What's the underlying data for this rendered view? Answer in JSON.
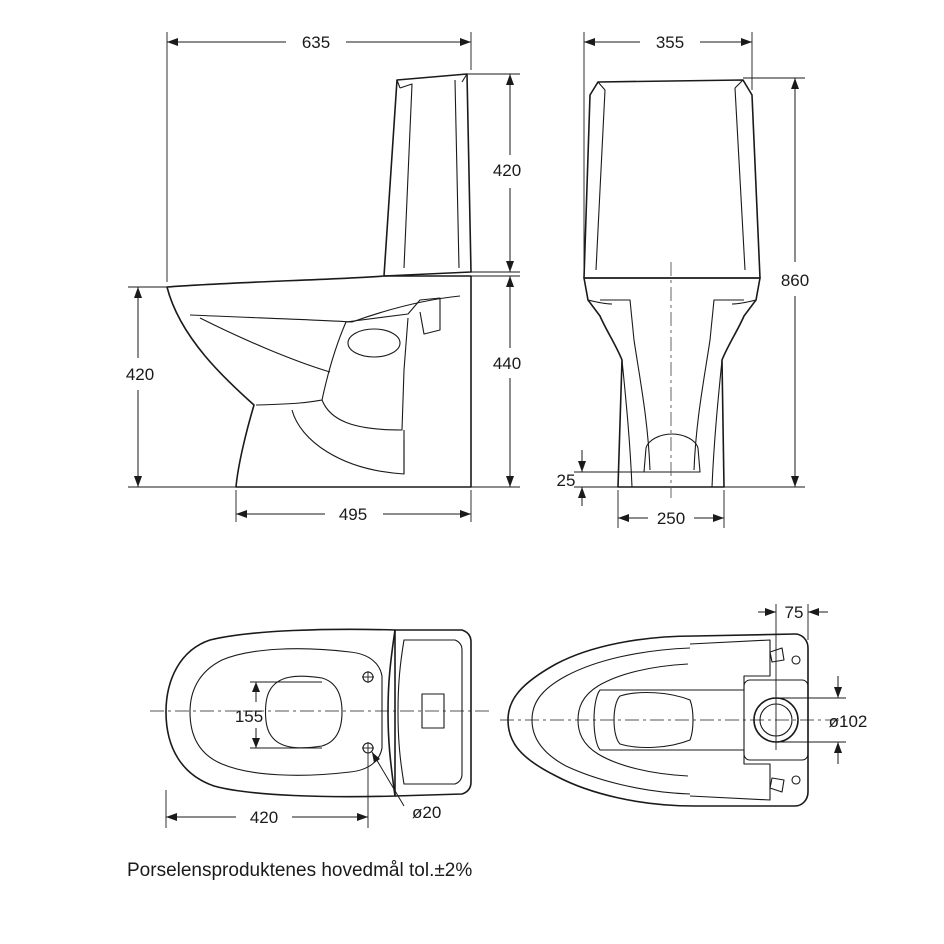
{
  "dimensions": {
    "side_total_depth": "635",
    "side_tank_height": "420",
    "side_seat_height": "420",
    "side_bowl_height": "440",
    "side_base_depth": "495",
    "front_width": "355",
    "front_total_height": "860",
    "front_base_offset": "25",
    "front_base_width": "250",
    "top_seat_inner_width": "155",
    "top_bowl_to_holes": "420",
    "top_hole_diameter": "ø20",
    "bottom_outlet_offset": "75",
    "bottom_outlet_diameter": "ø102"
  },
  "caption": "Porselensproduktenes hovedmål tol.±2%"
}
